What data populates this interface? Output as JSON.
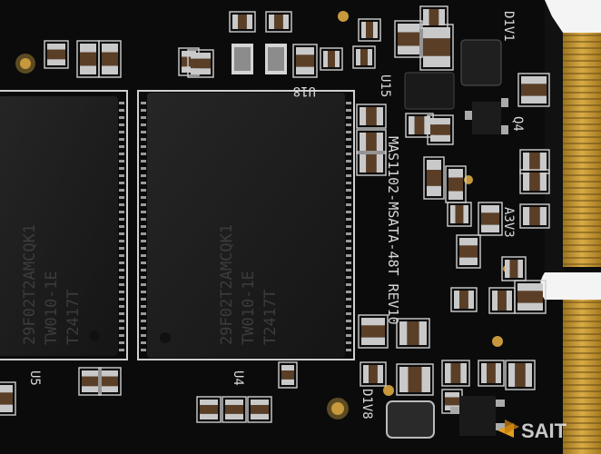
{
  "board": {
    "model_text": "MAS1102-MSATA-48T REV10",
    "colors": {
      "board": "#0b0b0b",
      "chip": "#1d1d1d",
      "silkscreen": "#e0e0e0",
      "gold": "#c99a2e",
      "pad": "#b98c38"
    }
  },
  "chips": [
    {
      "marking": [
        "29F02T2AMCQK1",
        "TW010-1E",
        "T2417T"
      ]
    },
    {
      "marking": [
        "29F02T2AMCQK1",
        "TW010-1E",
        "T2417T"
      ]
    }
  ],
  "silk_labels": {
    "u15": "U15",
    "u18": "U18",
    "u5": "U5",
    "u4": "U4",
    "q4": "Q4",
    "d1v1": "D1V1",
    "d1v8": "D1V8",
    "a3v3": "A3V3"
  },
  "watermark": {
    "text": "SAIT"
  }
}
